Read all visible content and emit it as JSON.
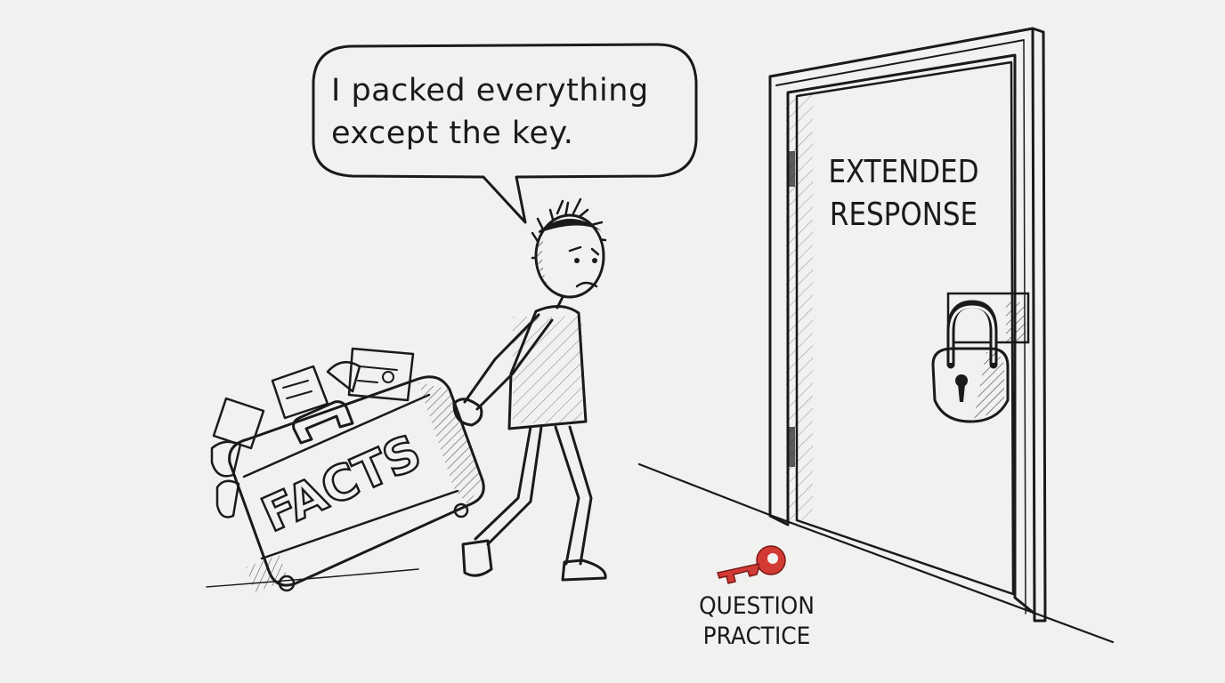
{
  "speech_bubble": {
    "line1": "I packed everything",
    "line2": "except the key."
  },
  "door": {
    "label_line1": "EXTENDED",
    "label_line2": "RESPONSE"
  },
  "suitcase": {
    "label": "FACTS"
  },
  "key": {
    "label_line1": "QUESTION",
    "label_line2": "PRACTICE",
    "color": "#d23a34"
  },
  "colors": {
    "background": "#f1f1f0",
    "ink": "#1a1a1a"
  }
}
